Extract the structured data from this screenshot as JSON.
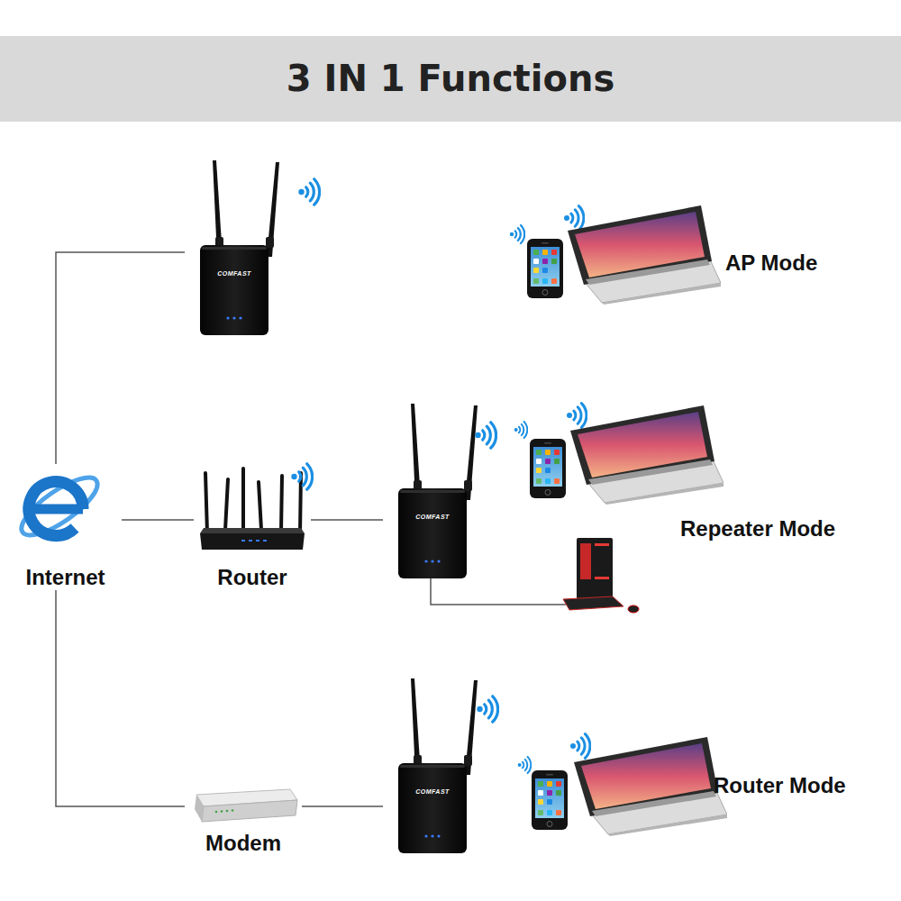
{
  "diagram": {
    "title": "3 IN 1 Functions",
    "nodes": [
      {
        "text": [
          "COMFAST"
        ]
      },
      {
        "text": [
          "Internet"
        ]
      },
      {
        "text": [
          "Router"
        ]
      },
      {
        "text": [
          "COMFAST"
        ]
      },
      {
        "text": [
          "Modem"
        ]
      },
      {
        "text": [
          "COMFAST"
        ]
      }
    ],
    "edges": [
      {
        "from": 1,
        "to": 0,
        "arrow": "none"
      },
      {
        "from": 1,
        "to": 2,
        "arrow": "none"
      },
      {
        "from": 2,
        "to": 3,
        "arrow": "none"
      },
      {
        "from": 1,
        "to": 4,
        "arrow": "none"
      },
      {
        "from": 4,
        "to": 5,
        "arrow": "none"
      }
    ],
    "labels": [
      "AP Mode",
      "Repeater Mode",
      "Router Mode"
    ]
  }
}
